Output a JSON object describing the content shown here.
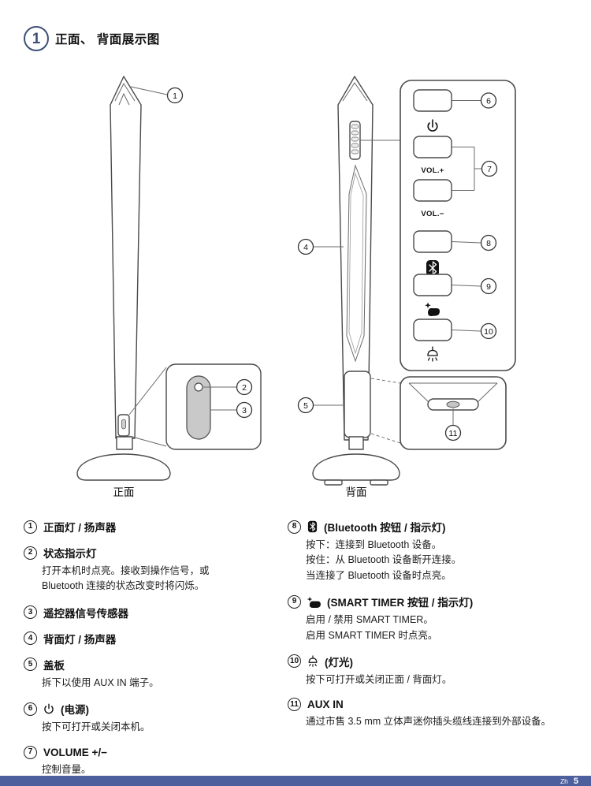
{
  "page": {
    "section_number": "1",
    "title": "正面、 背面展示图",
    "footer": {
      "lang": "Zh",
      "page_number": "5"
    }
  },
  "diagram": {
    "labels": {
      "front": "正面",
      "back": "背面",
      "vol_plus": "VOL.+",
      "vol_minus": "VOL.−"
    },
    "callouts": {
      "c1": "1",
      "c2": "2",
      "c3": "3",
      "c4": "4",
      "c5": "5",
      "c6": "6",
      "c7": "7",
      "c8": "8",
      "c9": "9",
      "c10": "10",
      "c11": "11"
    },
    "icons": {
      "power": "power-symbol",
      "bluetooth": "bluetooth-symbol",
      "smart_timer": "hand-with-sparkle-symbol",
      "lamp": "lamp-light-symbol"
    }
  },
  "legend": {
    "left": [
      {
        "num": "1",
        "title": "正面灯 / 扬声器",
        "desc": []
      },
      {
        "num": "2",
        "title": "状态指示灯",
        "desc": [
          "打开本机时点亮。接收到操作信号，或",
          "Bluetooth 连接的状态改变时将闪烁。"
        ]
      },
      {
        "num": "3",
        "title": "遥控器信号传感器",
        "desc": []
      },
      {
        "num": "4",
        "title": "背面灯 / 扬声器",
        "desc": []
      },
      {
        "num": "5",
        "title": "盖板",
        "desc": [
          "拆下以使用 AUX IN 端子。"
        ]
      },
      {
        "num": "6",
        "title": "(电源)",
        "desc": [
          "按下可打开或关闭本机。"
        ]
      },
      {
        "num": "7",
        "title": "VOLUME +/−",
        "desc": [
          "控制音量。"
        ]
      }
    ],
    "right": [
      {
        "num": "8",
        "title": "(Bluetooth 按钮 / 指示灯)",
        "desc": [
          "按下：连接到 Bluetooth 设备。",
          "按住：从 Bluetooth 设备断开连接。",
          "当连接了 Bluetooth 设备时点亮。"
        ]
      },
      {
        "num": "9",
        "title": "(SMART TIMER 按钮 / 指示灯)",
        "desc": [
          "启用 / 禁用 SMART TIMER。",
          "启用 SMART TIMER 时点亮。"
        ]
      },
      {
        "num": "10",
        "title": "(灯光)",
        "desc": [
          "按下可打开或关闭正面 / 背面灯。"
        ]
      },
      {
        "num": "11",
        "title": "AUX IN",
        "desc": [
          "通过市售 3.5 mm 立体声迷你插头缆线连接到外部设备。"
        ]
      }
    ]
  }
}
